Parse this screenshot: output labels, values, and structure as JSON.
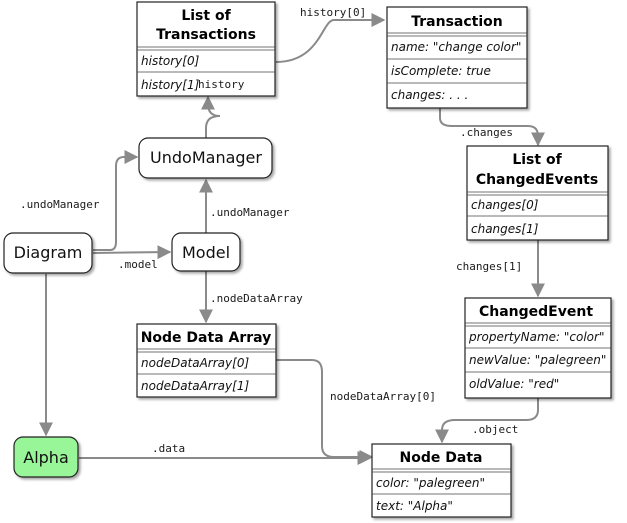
{
  "nodes": {
    "diagram": "Diagram",
    "model": "Model",
    "undo_manager": "UndoManager",
    "alpha": "Alpha"
  },
  "tables": {
    "list_of_transactions": {
      "title_line1": "List of",
      "title_line2": "Transactions",
      "rows": [
        "history[0]",
        "history[1]"
      ]
    },
    "transaction": {
      "title": "Transaction",
      "rows": [
        "name: \"change color\"",
        "isComplete: true",
        "changes: . . ."
      ]
    },
    "list_of_changed_events": {
      "title_line1": "List of",
      "title_line2": "ChangedEvents",
      "rows": [
        "changes[0]",
        "changes[1]"
      ]
    },
    "changed_event": {
      "title": "ChangedEvent",
      "rows": [
        "propertyName: \"color\"",
        "newValue: \"palegreen\"",
        "oldValue: \"red\""
      ]
    },
    "node_data_array": {
      "title": "Node Data Array",
      "rows": [
        "nodeDataArray[0]",
        "nodeDataArray[1]"
      ]
    },
    "node_data": {
      "title": "Node Data",
      "rows": [
        "color: \"palegreen\"",
        "text: \"Alpha\""
      ]
    }
  },
  "edge_labels": {
    "history_top": "history[0]",
    "history_inline": "history",
    "undo_manager_from_diagram": ".undoManager",
    "undo_manager_from_model": ".undoManager",
    "model": ".model",
    "node_data_array": ".nodeDataArray",
    "changes": ".changes",
    "changes_index": "changes[1]",
    "node_data_array_index": "nodeDataArray[0]",
    "object": ".object",
    "data": ".data"
  },
  "colors": {
    "alpha_fill": "#98f598",
    "edge": "#8a8a8a",
    "border": "#222222"
  }
}
